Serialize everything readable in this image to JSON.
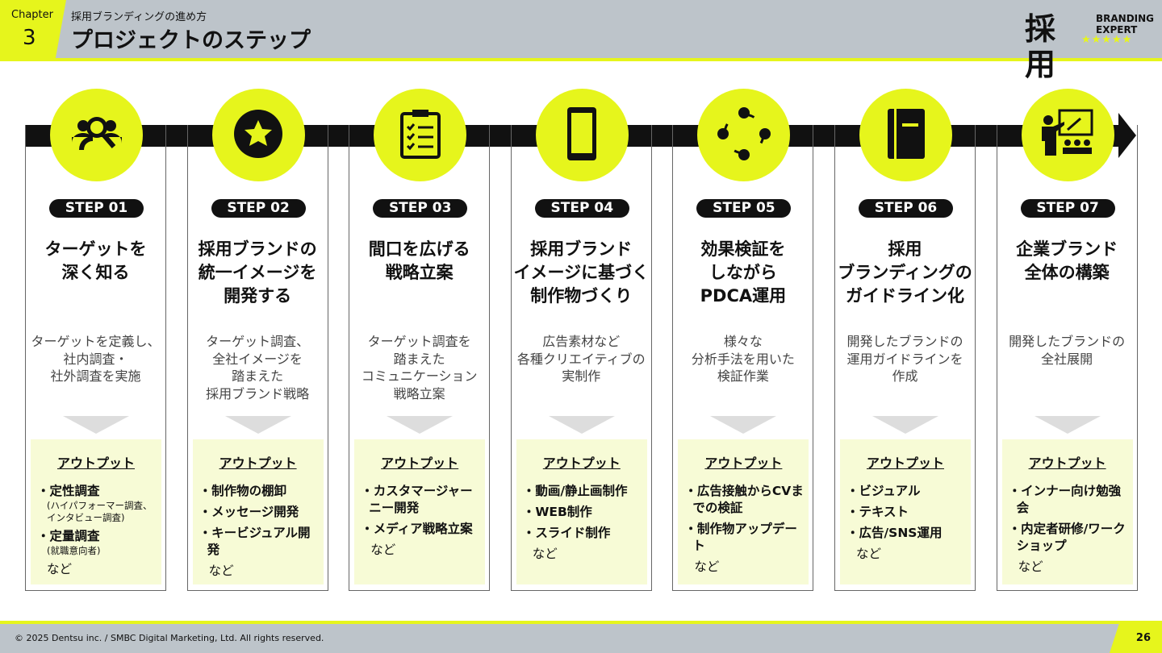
{
  "header": {
    "chapter_label": "Chapter",
    "chapter_number": "3",
    "subtitle": "採用ブランディングの進め方",
    "title": "プロジェクトのステップ",
    "logo": {
      "kanji": "採用",
      "line1": "BRANDING",
      "line2": "EXPERT",
      "stars": "★★★★★"
    }
  },
  "output_label": "アウトプット",
  "steps": [
    {
      "label": "STEP 01",
      "icon": "user-search-icon",
      "title": [
        "ターゲットを",
        "深く知る"
      ],
      "desc": [
        "ターゲットを定義し、",
        "社内調査・",
        "社外調査を実施"
      ],
      "outputs": [
        {
          "text": "定性調査",
          "note": "(ハイパフォーマー調査、インタビュー調査)"
        },
        {
          "text": "定量調査",
          "note": "(就職意向者)"
        }
      ],
      "etc": "など"
    },
    {
      "label": "STEP 02",
      "icon": "star-icon",
      "title": [
        "採用ブランドの",
        "統一イメージを",
        "開発する"
      ],
      "desc": [
        "ターゲット調査、",
        "全社イメージを",
        "踏まえた",
        "採用ブランド戦略"
      ],
      "outputs": [
        {
          "text": "制作物の棚卸"
        },
        {
          "text": "メッセージ開発"
        },
        {
          "text": "キービジュアル開発"
        }
      ],
      "etc": "など"
    },
    {
      "label": "STEP 03",
      "icon": "clipboard-checklist-icon",
      "title": [
        "間口を広げる",
        "戦略立案"
      ],
      "desc": [
        "ターゲット調査を",
        "踏まえた",
        "コミュニケーション",
        "戦略立案"
      ],
      "outputs": [
        {
          "text": "カスタマージャーニー開発"
        },
        {
          "text": "メディア戦略立案"
        }
      ],
      "etc": "など"
    },
    {
      "label": "STEP 04",
      "icon": "smartphone-icon",
      "title": [
        "採用ブランド",
        "イメージに基づく",
        "制作物づくり"
      ],
      "desc": [
        "広告素材など",
        "各種クリエイティブの",
        "実制作"
      ],
      "outputs": [
        {
          "text": "動画/静止画制作"
        },
        {
          "text": "WEB制作"
        },
        {
          "text": "スライド制作"
        }
      ],
      "etc": "など"
    },
    {
      "label": "STEP 05",
      "icon": "cycle-icon",
      "title": [
        "効果検証を",
        "しながら",
        "PDCA運用"
      ],
      "desc": [
        "様々な",
        "分析手法を用いた",
        "検証作業"
      ],
      "outputs": [
        {
          "text": "広告接触からCVまでの検証"
        },
        {
          "text": "制作物アップデート"
        }
      ],
      "etc": "など"
    },
    {
      "label": "STEP 06",
      "icon": "notebook-icon",
      "title": [
        "採用",
        "ブランディングの",
        "ガイドライン化"
      ],
      "desc": [
        "開発したブランドの",
        "運用ガイドラインを",
        "作成"
      ],
      "outputs": [
        {
          "text": "ビジュアル"
        },
        {
          "text": "テキスト"
        },
        {
          "text": "広告/SNS運用"
        }
      ],
      "etc": "など"
    },
    {
      "label": "STEP 07",
      "icon": "presentation-icon",
      "title": [
        "企業ブランド",
        "全体の構築"
      ],
      "desc": [
        "開発したブランドの",
        "全社展開"
      ],
      "outputs": [
        {
          "text": "インナー向け勉強会"
        },
        {
          "text": "内定者研修/ワークショップ"
        }
      ],
      "etc": "など"
    }
  ],
  "footer": {
    "copyright": "© 2025 Dentsu inc. / SMBC Digital Marketing, Ltd.   All rights reserved.",
    "page": "26"
  }
}
